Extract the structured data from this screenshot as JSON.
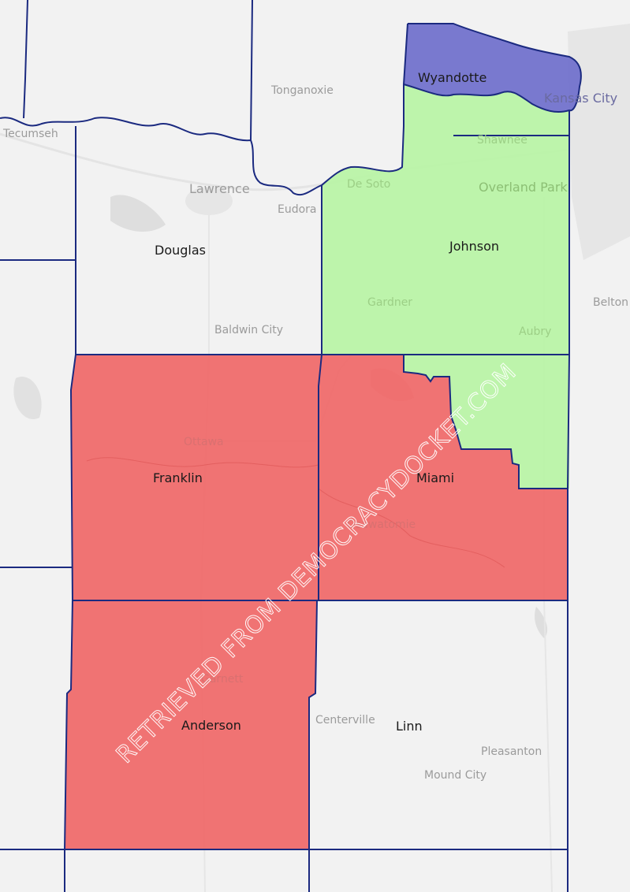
{
  "colors": {
    "background": "#f2f2f2",
    "boundary": "#1b2a80",
    "district_blue": "#6f6fcc",
    "district_green": "#b9f4a5",
    "district_red": "#ef6b6b",
    "river": "#d7d7d7"
  },
  "counties": [
    {
      "name": "Wyandotte",
      "district": "blue"
    },
    {
      "name": "Johnson",
      "district": "green"
    },
    {
      "name": "Douglas",
      "district": "none"
    },
    {
      "name": "Franklin",
      "district": "red"
    },
    {
      "name": "Miami",
      "district": "red"
    },
    {
      "name": "Anderson",
      "district": "red"
    },
    {
      "name": "Linn",
      "district": "none"
    }
  ],
  "places": [
    "Tonganoxie",
    "Kansas City",
    "Tecumseh",
    "Shawnee",
    "Lawrence",
    "De Soto",
    "Overland Park",
    "Eudora",
    "Gardner",
    "Belton",
    "Baldwin City",
    "Aubry",
    "Ottawa",
    "Osawatomie",
    "Garnett",
    "Centerville",
    "Pleasanton",
    "Mound City"
  ],
  "watermark": "RETRIEVED FROM DEMOCRACYDOCKET.COM"
}
